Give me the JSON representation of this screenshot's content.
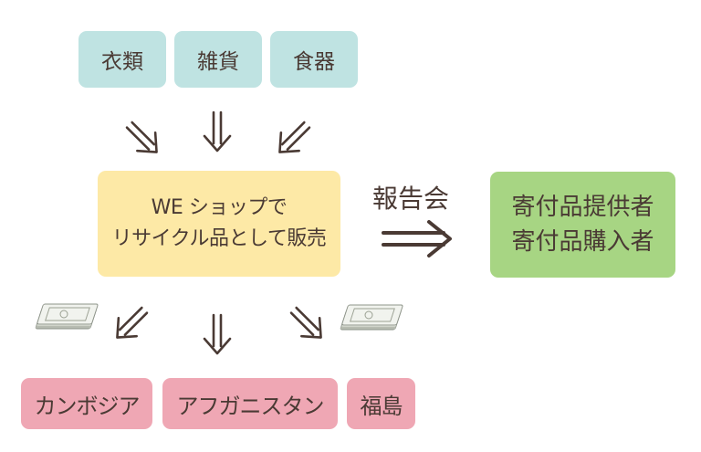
{
  "sources": [
    "衣類",
    "雑貨",
    "食器"
  ],
  "shop": {
    "line1": "WE ショップで",
    "line2": "リサイクル品として販売"
  },
  "report_label": "報告会",
  "donors": {
    "line1": "寄付品提供者",
    "line2": "寄付品購入者"
  },
  "destinations": [
    "カンボジア",
    "アフガニスタン",
    "福島"
  ],
  "icons": [
    "arrow-down-right-icon",
    "arrow-down-icon",
    "arrow-down-left-icon",
    "money-stack-icon",
    "double-arrow-right-icon"
  ],
  "colors": {
    "source": "#bfe3e2",
    "shop": "#fde9a6",
    "donor": "#a7d583",
    "destination": "#efa7b4",
    "arrow": "#4a3a34"
  }
}
